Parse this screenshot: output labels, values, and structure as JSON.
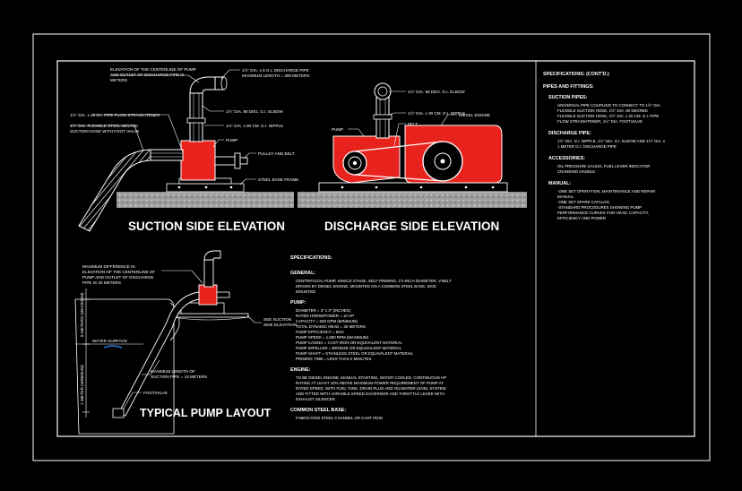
{
  "colors": {
    "background": "#000000",
    "line": "#ffffff",
    "pump_fill": "#e8231e",
    "ground": "#b3b3b3",
    "water": "#2f6fd6"
  },
  "titles": {
    "suction": "SUCTION SIDE ELEVATION",
    "discharge": "DISCHARGE SIDE ELEVATION",
    "layout": "TYPICAL PUMP LAYOUT"
  },
  "suction_labels": {
    "elevation_note_1": "ELEVATION OF THE CENTERLINE OF PUMP",
    "elevation_note_2": "AND OUTLET OF DISCHARGE PIPE IS",
    "elevation_note_3": "METERS",
    "discharge_pipe_1": "1½\" DIA. x 6 G.I. DISCHARGE PIPE",
    "discharge_pipe_2": "MAXIMUM LENGTH = 300 METERS",
    "elbow": "1½\" DIA. 90 DEG. G.I. ELBOW",
    "nipple": "1½\" DIA. x 80 CM. G.I. NIPPLE",
    "pump": "PUMP",
    "strainer": "1½\" DIA. x 20 G.I. PIPE FLOW STRAIGHTENER",
    "hose_1": "1½\" DIA. FLEXIBLE STEEL-BELTED",
    "hose_2": "SUCTION HOSE WITH FOOT VALVE",
    "pulley": "PULLEY AND BELT",
    "frame": "STEEL BASE FRAME"
  },
  "discharge_labels": {
    "elbow": "1½\" DIA. 90 DEG. G.I. ELBOW",
    "nipple": "1½\" DIA. x 30 CM. G.I. NIPPLE",
    "belt": "BELT",
    "pump": "PUMP",
    "engine": "DIESEL ENGINE"
  },
  "layout_labels": {
    "max_diff_1": "MAXIMUM DIFFERENCE IN",
    "max_diff_2": "ELEVATION OF THE CENTERLINE OF",
    "max_diff_3": "PUMP AND OUTLET OF DISCHARGE",
    "max_diff_4": "PIPE IS 30 METERS",
    "see_1": "SEE SUCTION",
    "see_2": "SIDE ELEVATION",
    "water_surface": "WATER SURFACE",
    "max_suction_1": "MAXIMUM LENGTH OF",
    "max_suction_2": "SUCTION PIPE = 15 METERS",
    "footvalve": "FOOTVALVE",
    "dim_upper": "8 METERS (MAXIMUM)",
    "dim_lower": "1 METER (MINIMUM)"
  },
  "specs_left": {
    "heading": "SPECIFICATIONS:",
    "general_h": "GENERAL:",
    "general": [
      "CENTRIFUGAL PUMP, SINGLE STAGE, SELF PRIMING, 1½-INCH DIAMETER, V-BELT",
      "DRIVEN BY DIESEL ENGINE, MOUNTED ON A COMMON STEEL BASE, SKID",
      "MOUNTED"
    ],
    "pump_h": "PUMP:",
    "pump": [
      "DIAMETER = 3\" x 3\" (INCHES)",
      "RATED HORSEPOWER = 10 HP",
      "CAPACITY = 600 GPM (MINIMUM)",
      "TOTAL DYNAMIC HEAD = 30 METERS",
      "PUMP EFFICIENCY = 65%",
      "PUMP SPEED = 1,800 RPM (MAXIMUM)",
      "PUMP CASING = CAST IRON OR EQUIVALENT MATERIAL",
      "PUMP IMPELLER = BRONZE OR EQUIVALENT MATERIAL",
      "PUMP SHAFT = STAINLESS STEEL OR EQUIVALENT MATERIAL",
      "PRIMING TIME = LESS THAN 2 MINUTES"
    ],
    "engine_h": "ENGINE:",
    "engine": [
      "TO BE DIESEL ENGINE, MANUAL STARTING, WATER COOLED, CONTINUOUS HP",
      "RATING AT LEAST 10% ABOVE MAXIMUM POWER REQUIREMENT OF PUMP AT",
      "RATED SPEED, WITH FUEL TANK, DRAIN PLUG AND OIL/WATER LEVEL SYSTEM",
      "AND FITTED WITH VARIABLE SPEED GOVERNOR AND THROTTLE LEVER WITH",
      "EXHAUST SILENCER"
    ],
    "base_h": "COMMON STEEL BASE:",
    "base": [
      "FABRICATED STEEL CHANNEL OR CAST IRON"
    ]
  },
  "specs_right": {
    "heading": "SPECIFICATIONS: (CONT'D.)",
    "fittings_h": "PIPES AND FITTINGS:",
    "suction_h": "SUCTION PIPES:",
    "suction": [
      "UNIVERSAL PIPE COUPLING TO CONNECT TO 1½\" DIA.",
      "FLEXIBLE SUCTION HOSE, 1½\" DIA. 90 DEGREE",
      "FLEXIBLE SUCTION HOSE, 1½\" DIA. x 20 CM. G.I. PIPE",
      "FLOW STRAIGHTENER, 1½\" DIA. FOOTVALVE"
    ],
    "discharge_h": "DISCHARGE PIPE:",
    "discharge": [
      "1½\" DIA. G.I. NIPPLE, 1½\" DIA. G.I. ELBOW AND 1½\" DIA. x",
      "1 METER G.I. DISCHARGE PIPE"
    ],
    "accessories_h": "ACCESSORIES:",
    "accessories": [
      "OIL PRESSURE GAUGE, FUEL LEVER INDICATOR",
      "CRANKING HANDLE"
    ],
    "manual_h": "MANUAL:",
    "manual": [
      "-ONE SET OPERATION, MAINTENANCE AND REPAIR",
      " MANUAL",
      "-ONE SET SPARE CATALOG",
      "-STANDARD PROCEDURES SHOWING PUMP",
      " PERFORMANCE CURVES FOR HEAD, CAPACITY,",
      " EFFICIENCY AND POWER"
    ]
  }
}
